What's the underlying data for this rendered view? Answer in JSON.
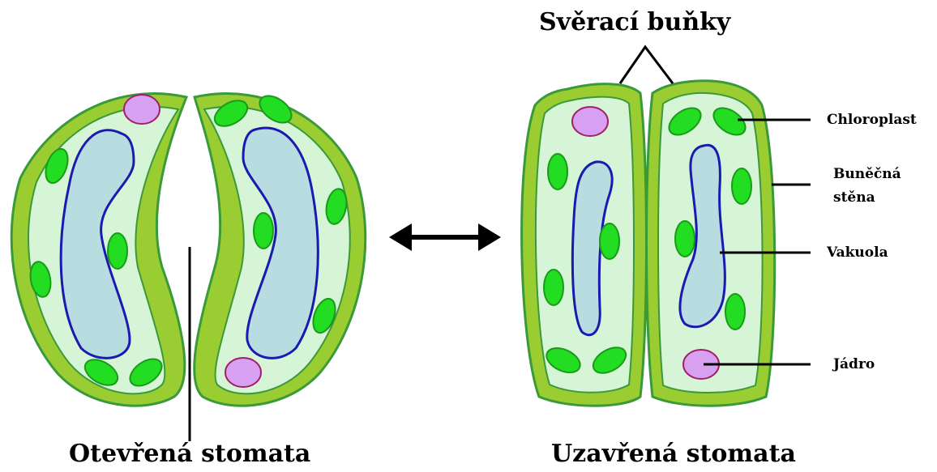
{
  "title_top": "Svěrací buňky",
  "caption_open": "Otevřená stomata",
  "caption_closed": "Uzavřená stomata",
  "labels": {
    "chloroplast": "Chloroplast",
    "cell_wall_line1": "Buněčná",
    "cell_wall_line2": "stěna",
    "vacuole": "Vakuola",
    "nucleus": "Jádro"
  },
  "colors": {
    "cell_wall": "#9acd32",
    "wall_outline": "#3a9a3a",
    "cytoplasm": "#d6f5d6",
    "vacuole": "#b7dde0",
    "vacuole_outline": "#1a1ab0",
    "chloroplast": "#22dd22",
    "nucleus": "#d8a0f0",
    "nucleus_outline": "#a0206a",
    "arrow": "#000000"
  },
  "icons": [
    "double-headed-arrow"
  ]
}
